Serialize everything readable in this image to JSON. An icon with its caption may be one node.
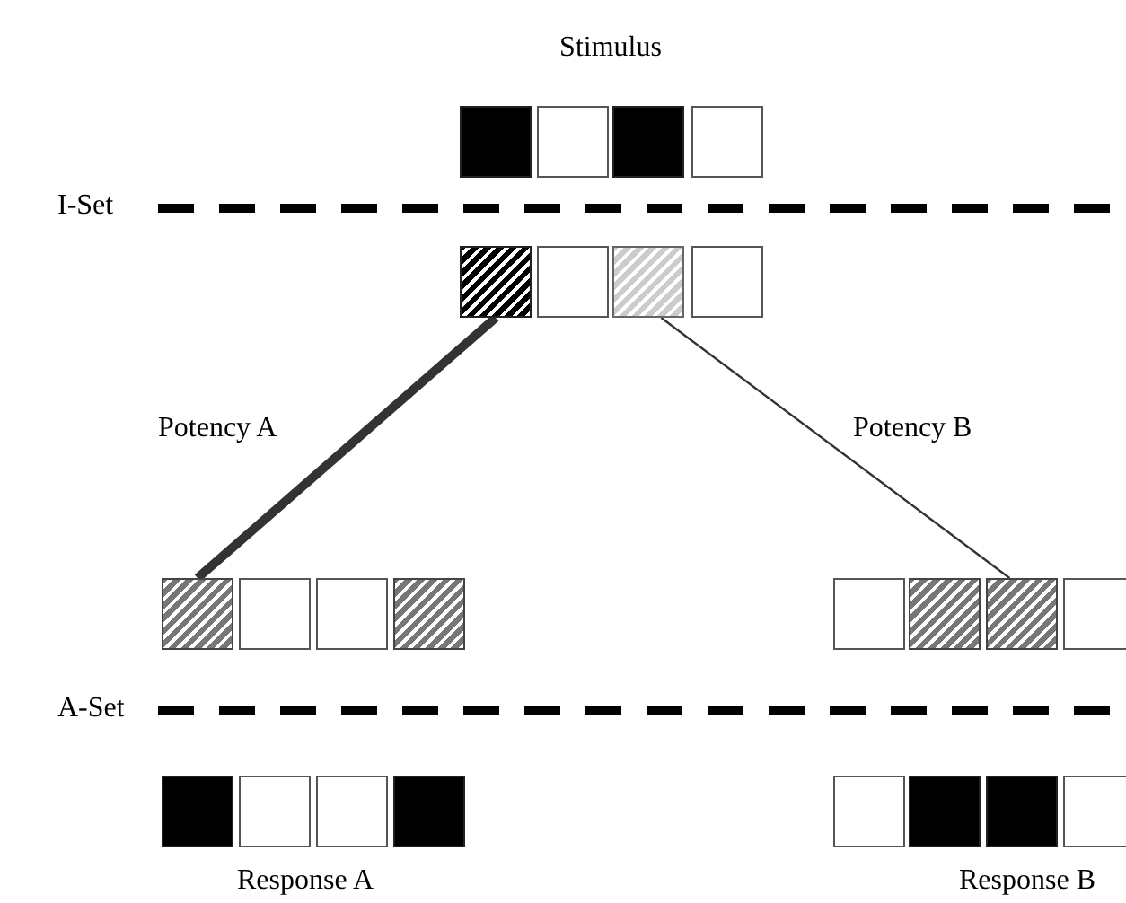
{
  "diagram": {
    "nodes": [
      {
        "text": [],
        "shape": "box"
      },
      {
        "text": [],
        "shape": "box"
      },
      {
        "text": [],
        "shape": "box"
      },
      {
        "text": [],
        "shape": "box"
      },
      {
        "text": [],
        "shape": "box"
      },
      {
        "text": [],
        "shape": "box"
      },
      {
        "text": [],
        "shape": "box"
      },
      {
        "text": [],
        "shape": "box"
      },
      {
        "text": [],
        "shape": "box"
      },
      {
        "text": [],
        "shape": "box"
      },
      {
        "text": [],
        "shape": "box"
      },
      {
        "text": [],
        "shape": "box"
      },
      {
        "text": [],
        "shape": "box"
      },
      {
        "text": [],
        "shape": "box"
      },
      {
        "text": [],
        "shape": "box"
      },
      {
        "text": [],
        "shape": "box"
      },
      {
        "text": [],
        "shape": "box"
      },
      {
        "text": [],
        "shape": "box"
      },
      {
        "text": [],
        "shape": "box"
      },
      {
        "text": [],
        "shape": "box"
      },
      {
        "text": [],
        "shape": "box"
      },
      {
        "text": [],
        "shape": "box"
      },
      {
        "text": [],
        "shape": "box"
      },
      {
        "text": [],
        "shape": "box"
      }
    ],
    "edges": [
      {
        "from": 4,
        "to": 8,
        "arrow": "none",
        "label": "Potency A",
        "style": "thick"
      },
      {
        "from": 6,
        "to": 14,
        "arrow": "none",
        "label": "Potency B"
      }
    ],
    "labels": [
      "Stimulus",
      "I-Set",
      "A-Set",
      "Response A",
      "Response B"
    ]
  }
}
